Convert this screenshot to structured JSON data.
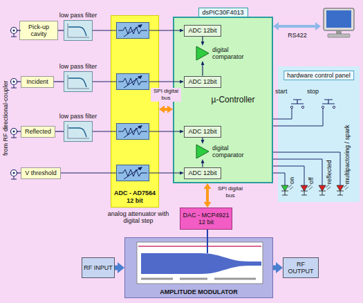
{
  "diagram": {
    "nodes": [
      {
        "text": [
          "Pick-up cavity"
        ]
      },
      {
        "text": [
          "Incident"
        ]
      },
      {
        "text": [
          "Reflected"
        ]
      },
      {
        "text": [
          "V threshold"
        ]
      },
      {
        "text": [
          "low pass filter"
        ]
      },
      {
        "text": [
          "low pass filter"
        ]
      },
      {
        "text": [
          "low pass filter"
        ]
      },
      {
        "text": [
          "ADC - AD7564 12 bit"
        ]
      },
      {
        "text": [
          "dsPIC30F4013",
          "µ-Controller"
        ]
      },
      {
        "text": [
          "ADC 12bit"
        ],
        "in": 8
      },
      {
        "text": [
          "ADC 12bit"
        ],
        "in": 8
      },
      {
        "text": [
          "ADC 12bit"
        ],
        "in": 8
      },
      {
        "text": [
          "ADC 12bit"
        ],
        "in": 8
      },
      {
        "text": [
          "digital comparator"
        ],
        "in": 8
      },
      {
        "text": [
          "digital comparator"
        ],
        "in": 8
      },
      {
        "text": [
          "hardware control panel"
        ]
      },
      {
        "text": [
          "DAC - MCP4921 12 bit"
        ]
      },
      {
        "text": [
          "AMPLITUDE MODULATOR"
        ]
      },
      {
        "text": [
          "RF INPUT"
        ]
      },
      {
        "text": [
          "RF OUTPUT"
        ]
      }
    ],
    "edges": [
      {
        "from": 0,
        "to": 4,
        "arrow": "none"
      },
      {
        "from": 1,
        "to": 5,
        "arrow": "none"
      },
      {
        "from": 2,
        "to": 6,
        "arrow": "none"
      },
      {
        "from": 4,
        "to": 9,
        "arrow": "to"
      },
      {
        "from": 5,
        "to": 10,
        "arrow": "to"
      },
      {
        "from": 6,
        "to": 11,
        "arrow": "to"
      },
      {
        "from": 3,
        "to": 12,
        "arrow": "to"
      },
      {
        "from": 9,
        "to": 13,
        "arrow": "to"
      },
      {
        "from": 10,
        "to": 13,
        "arrow": "to"
      },
      {
        "from": 11,
        "to": 14,
        "arrow": "to"
      },
      {
        "from": 12,
        "to": 14,
        "arrow": "to"
      },
      {
        "from": 7,
        "to": 8,
        "label": "SPI digital bus",
        "arrow": "both"
      },
      {
        "from": 8,
        "to": 16,
        "label": "SPI digital bus",
        "arrow": "both"
      },
      {
        "from": 16,
        "to": 17,
        "arrow": "none"
      },
      {
        "from": 18,
        "to": 17,
        "arrow": "to"
      },
      {
        "from": 17,
        "to": 19,
        "arrow": "to"
      }
    ],
    "labels": [
      "from RF directional-coupler",
      "analog attenuator with digital step",
      "RS422",
      "start",
      "stop",
      "on",
      "off",
      "reflected",
      "multipactoring / spark"
    ]
  }
}
